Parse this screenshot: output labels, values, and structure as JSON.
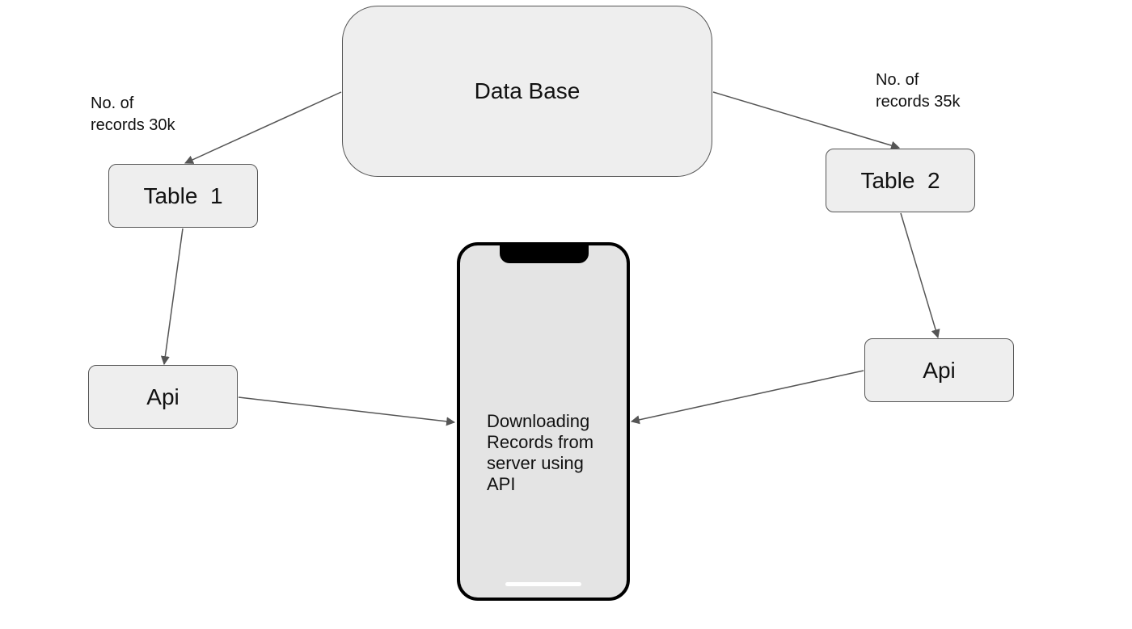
{
  "diagram": {
    "nodes": {
      "database": {
        "label": "Data Base"
      },
      "table1": {
        "label": "Table  1"
      },
      "table2": {
        "label": "Table  2"
      },
      "api1": {
        "label": "Api"
      },
      "api2": {
        "label": "Api"
      }
    },
    "notes": {
      "left": "No. of\nrecords 30k",
      "right": "No. of\nrecords 35k"
    },
    "phone": {
      "text": "Downloading\nRecords from\nserver using\nAPI"
    },
    "edges": [
      {
        "from": "database",
        "to": "table1"
      },
      {
        "from": "database",
        "to": "table2"
      },
      {
        "from": "table1",
        "to": "api1"
      },
      {
        "from": "table2",
        "to": "api2"
      },
      {
        "from": "api1",
        "to": "phone"
      },
      {
        "from": "api2",
        "to": "phone"
      }
    ],
    "colors": {
      "box_fill": "#eeeeee",
      "box_border": "#555555",
      "arrow": "#555555",
      "phone_frame": "#000000",
      "phone_screen": "#e4e4e4"
    }
  }
}
